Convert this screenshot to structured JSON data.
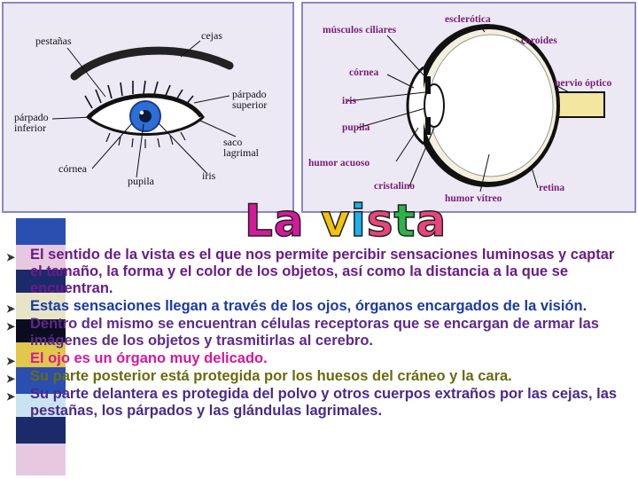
{
  "left_diagram": {
    "labels": {
      "pestanas": "pestañas",
      "cejas": "cejas",
      "parpado_superior": "párpado\nsuperior",
      "parpado_inferior": "párpado\ninferior",
      "saco_lagrimal": "saco\nlagrimal",
      "cornea": "córnea",
      "pupila": "pupila",
      "iris": "iris"
    }
  },
  "right_diagram": {
    "labels": {
      "musculos_ciliares": "músculos ciliares",
      "esclerotica": "esclerótica",
      "coroides": "coroides",
      "cornea": "córnea",
      "nervio_optico": "nervio óptico",
      "iris": "iris",
      "pupila": "pupila",
      "humor_acuoso": "humor acuoso",
      "cristalino": "cristalino",
      "humor_vitreo": "humor vítreo",
      "retina": "retina"
    }
  },
  "title": {
    "letters": [
      "L",
      "a",
      " ",
      "v",
      "i",
      "s",
      "t",
      "a"
    ],
    "colors": [
      "#d4199a",
      "#d4199a",
      "",
      "#f2c20c",
      "#19b3e8",
      "#e8457a",
      "#2db34a",
      "#e8457a"
    ]
  },
  "bullets": [
    {
      "text": "El sentido de la vista es el que nos permite percibir sensaciones luminosas y captar el tamaño, la forma y el color de los objetos, así como la distancia a la que se encuentran.",
      "color": "#6a1b8a"
    },
    {
      "text": "Estas sensaciones llegan a través de los ojos, órganos encargados de la visión.",
      "color": "#1a3aa6"
    },
    {
      "text": " Dentro del mismo se encuentran células receptoras que se encargan de armar las imágenes de los objetos y trasmitirlas al cerebro.",
      "color": "#5c2a8c"
    },
    {
      "text": "El ojo es un órgano muy delicado.",
      "color": "#d4199a"
    },
    {
      "text": "Su parte posterior está protegida por los huesos del cráneo y la cara.",
      "color": "#6a6a10"
    },
    {
      "text": "Su parte delantera es protegida del polvo y otros cuerpos extraños por las cejas, las pestañas, los párpados y las glándulas lagrimales.",
      "color": "#4a2a8a"
    }
  ],
  "colors": {
    "panel_bg": "#ece9f5",
    "panel_border": "#8c86c4",
    "iris": "#2c6fd6",
    "sclera_fill": "#f2e6a0",
    "label_magenta": "#7a1d74"
  }
}
